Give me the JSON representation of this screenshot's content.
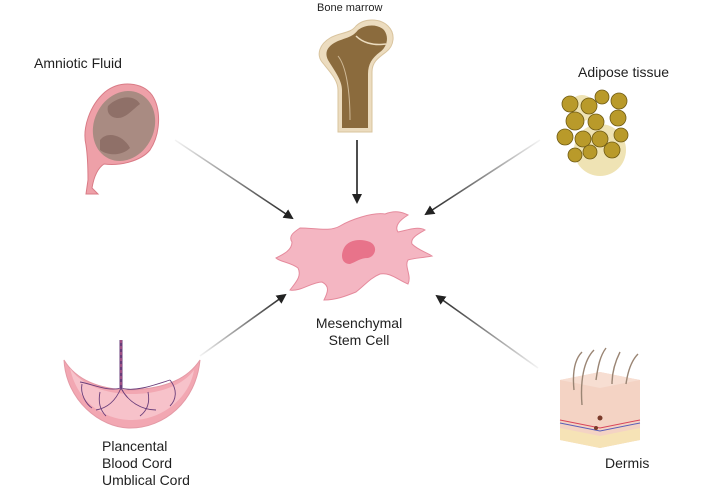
{
  "diagram": {
    "center": {
      "name": "Mesenchymal Stem Cell",
      "label_lines": [
        "Mesenchymal",
        "Stem Cell"
      ]
    },
    "sources": [
      {
        "id": "amniotic-fluid",
        "label": "Amniotic Fluid",
        "position": "top-left"
      },
      {
        "id": "bone-marrow",
        "label": "Bone marrow",
        "position": "top-center"
      },
      {
        "id": "adipose-tissue",
        "label": "Adipose tissue",
        "position": "top-right"
      },
      {
        "id": "placenta",
        "label_lines": [
          "Plancental",
          "Blood Cord",
          "Umblical Cord"
        ],
        "position": "bottom-left"
      },
      {
        "id": "dermis",
        "label": "Dermis",
        "position": "bottom-right"
      }
    ],
    "arrows": [
      {
        "from": "amniotic-fluid",
        "to": "center"
      },
      {
        "from": "bone-marrow",
        "to": "center"
      },
      {
        "from": "adipose-tissue",
        "to": "center"
      },
      {
        "from": "placenta",
        "to": "center"
      },
      {
        "from": "dermis",
        "to": "center"
      }
    ],
    "colors": {
      "cell_body": "#f4b6c2",
      "cell_nucleus": "#e8738a",
      "bone_outer": "#ecdcbf",
      "bone_marrow": "#8b6b3d",
      "fat_cell": "#b99a2a",
      "placenta": "#f2a7b2",
      "vessel": "#6a3d7a",
      "arrow": "#222222"
    }
  }
}
